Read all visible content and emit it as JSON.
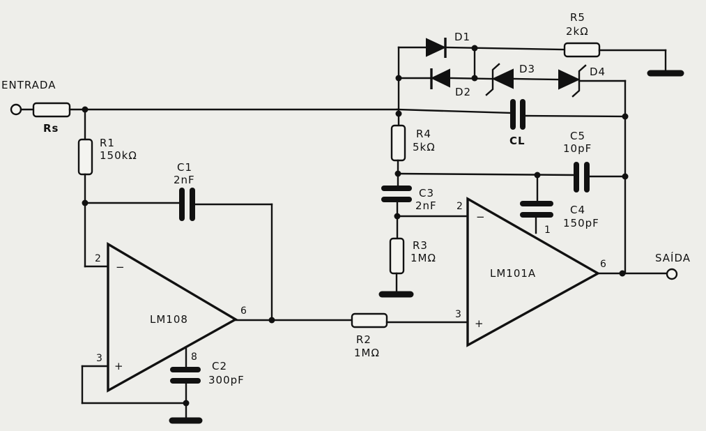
{
  "diagram": {
    "type": "circuit schematic",
    "terminals": {
      "input": "ENTRADA",
      "output": "SAÍDA"
    },
    "components": {
      "Rs": {
        "name": "Rs"
      },
      "R1": {
        "name": "R1",
        "value": "150kΩ"
      },
      "R2": {
        "name": "R2",
        "value": "1MΩ"
      },
      "R3": {
        "name": "R3",
        "value": "1MΩ"
      },
      "R4": {
        "name": "R4",
        "value": "5kΩ"
      },
      "R5": {
        "name": "R5",
        "value": "2kΩ"
      },
      "C1": {
        "name": "C1",
        "value": "2nF"
      },
      "C2": {
        "name": "C2",
        "value": "300pF"
      },
      "C3": {
        "name": "C3",
        "value": "2nF"
      },
      "C4": {
        "name": "C4",
        "value": "150pF"
      },
      "C5": {
        "name": "C5",
        "value": "10pF"
      },
      "CL": {
        "name": "CL"
      },
      "D1": {
        "name": "D1"
      },
      "D2": {
        "name": "D2"
      },
      "D3": {
        "name": "D3"
      },
      "D4": {
        "name": "D4"
      },
      "U1": {
        "name": "LM108",
        "pins": {
          "inv": "2",
          "noninv": "3",
          "out": "6",
          "comp": "8"
        },
        "signs": {
          "inv": "−",
          "noninv": "+"
        }
      },
      "U2": {
        "name": "LM101A",
        "pins": {
          "inv": "2",
          "noninv": "3",
          "out": "6",
          "comp": "1"
        },
        "signs": {
          "inv": "−",
          "noninv": "+"
        }
      }
    }
  }
}
